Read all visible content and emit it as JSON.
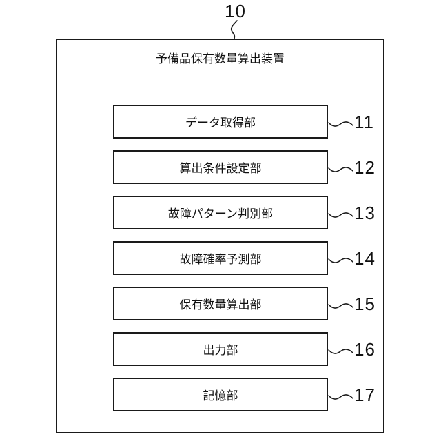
{
  "figure": {
    "number": "10"
  },
  "device": {
    "title": "予備品保有数量算出装置"
  },
  "units": [
    {
      "label": "データ取得部",
      "ref": "11"
    },
    {
      "label": "算出条件設定部",
      "ref": "12"
    },
    {
      "label": "故障パターン判別部",
      "ref": "13"
    },
    {
      "label": "故障確率予測部",
      "ref": "14"
    },
    {
      "label": "保有数量算出部",
      "ref": "15"
    },
    {
      "label": "出力部",
      "ref": "16"
    },
    {
      "label": "記憶部",
      "ref": "17"
    }
  ],
  "colors": {
    "line": "#1a1a1a",
    "background": "#ffffff"
  }
}
